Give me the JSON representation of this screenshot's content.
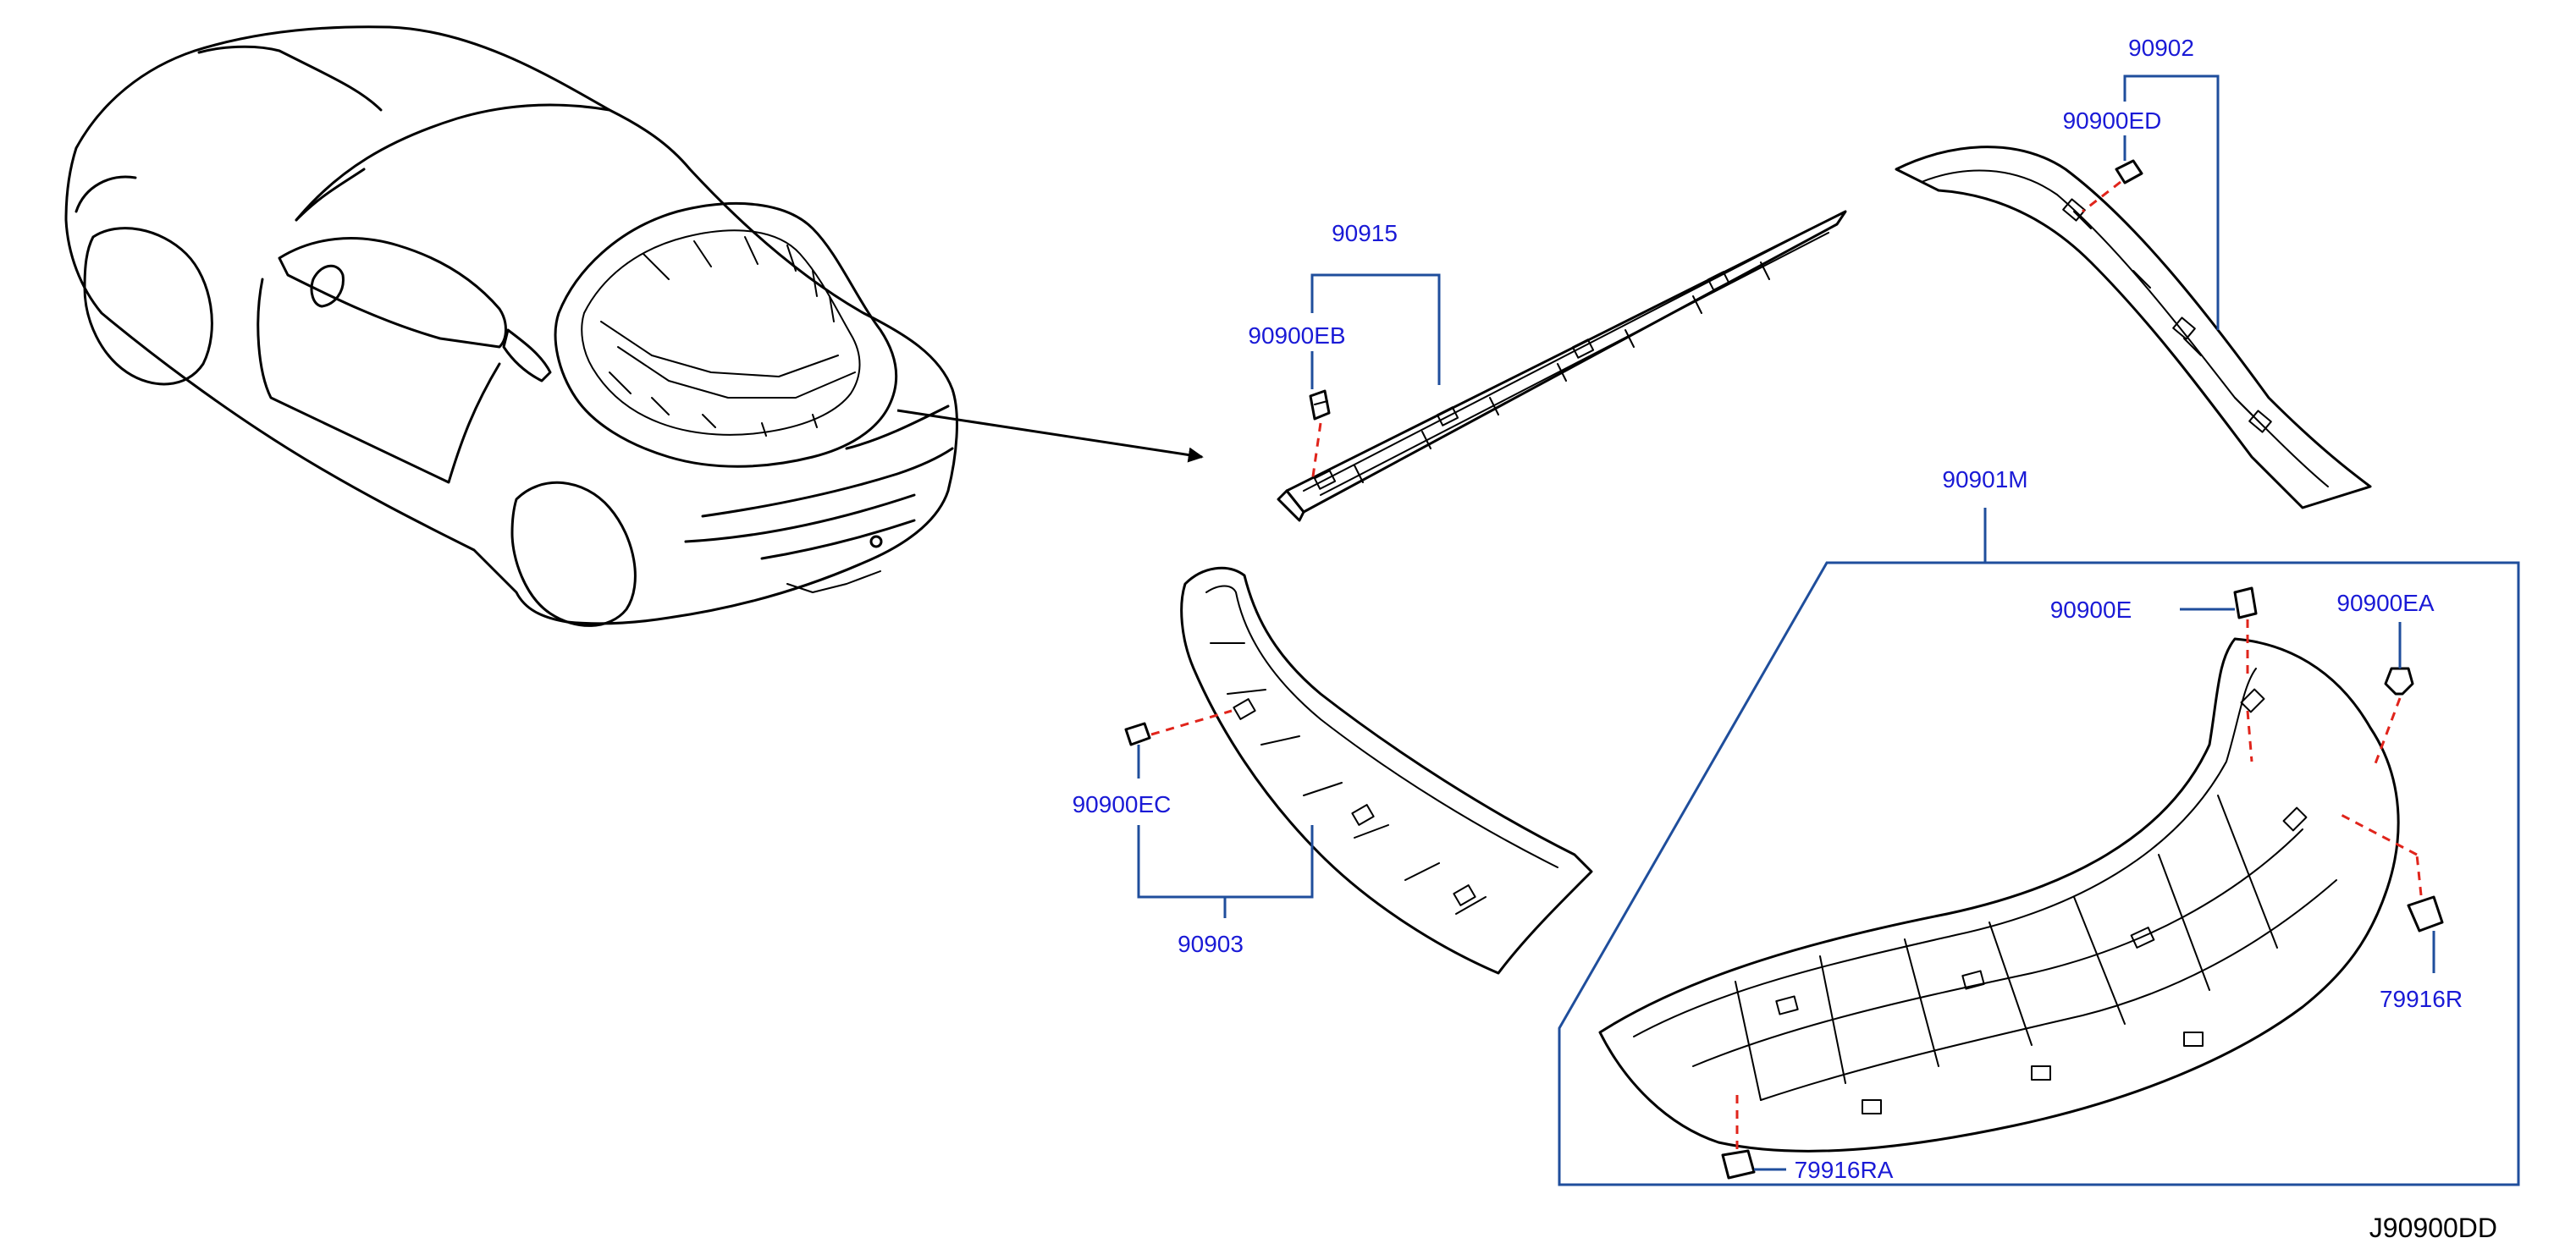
{
  "diagram_code": "J90900DD",
  "colors": {
    "label": "#1a1ad6",
    "leader": "#1f4e9c",
    "dashed_link": "#e0241b",
    "line_art": "#000000",
    "background": "#ffffff"
  },
  "labels": {
    "p90902": "90902",
    "p90900ED": "90900ED",
    "p90915": "90915",
    "p90900EB": "90900EB",
    "p90901M": "90901M",
    "p90900E": "90900E",
    "p90900EA": "90900EA",
    "p90900EC": "90900EC",
    "p90903": "90903",
    "p79916R": "79916R",
    "p79916RA": "79916RA"
  }
}
